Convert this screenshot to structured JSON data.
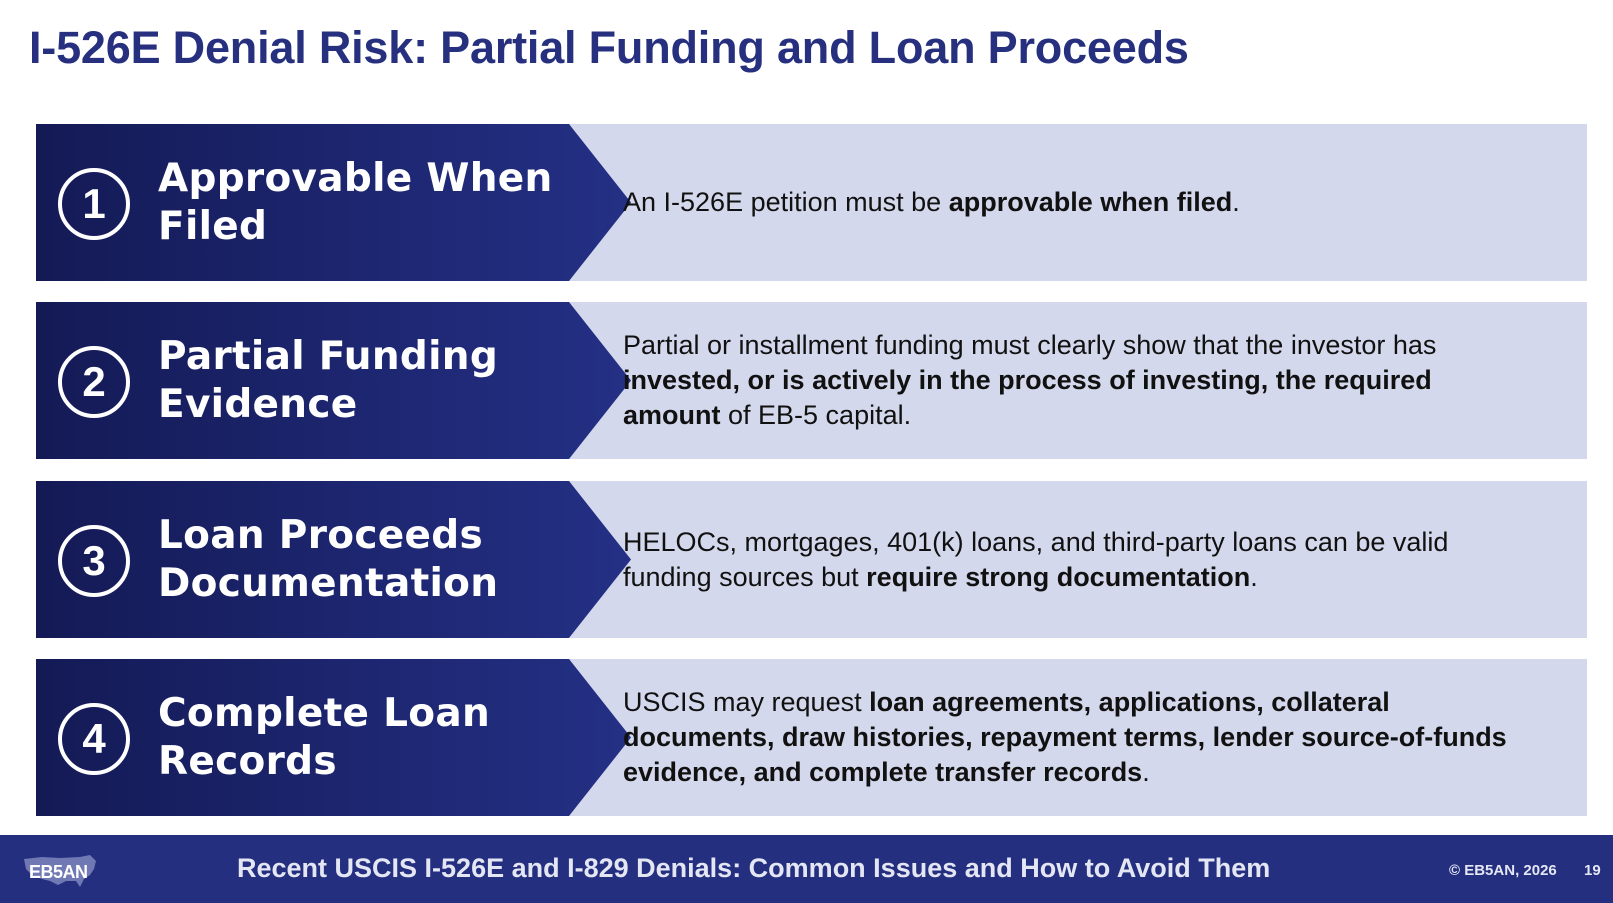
{
  "title": "I-526E Denial Risk: Partial Funding and Loan Proceeds",
  "rows": [
    {
      "number": "1",
      "heading_line1": "Approvable When",
      "heading_line2": "Filed",
      "text": [
        {
          "t": "An I-526E petition must be "
        },
        {
          "t": "approvable when filed",
          "b": true
        },
        {
          "t": "."
        }
      ]
    },
    {
      "number": "2",
      "heading_line1": "Partial Funding",
      "heading_line2": "Evidence",
      "text": [
        {
          "t": "Partial or installment funding must clearly show that the investor has "
        },
        {
          "t": "invested, or is actively in the process of investing, the required amount",
          "b": true
        },
        {
          "t": " of EB-5 capital."
        }
      ]
    },
    {
      "number": "3",
      "heading_line1": "Loan Proceeds",
      "heading_line2": "Documentation",
      "text": [
        {
          "t": "HELOCs, mortgages, 401(k) loans, and third-party loans can be valid funding sources but "
        },
        {
          "t": "require strong documentation",
          "b": true
        },
        {
          "t": "."
        }
      ]
    },
    {
      "number": "4",
      "heading_line1": "Complete Loan",
      "heading_line2": "Records",
      "text": [
        {
          "t": "USCIS may request "
        },
        {
          "t": "loan agreements, applications, collateral documents, draw histories, repayment terms, lender source-of-funds evidence, and complete transfer records",
          "b": true
        },
        {
          "t": "."
        }
      ]
    }
  ],
  "footer": {
    "logo_text": "EB5AN",
    "subtitle": "Recent USCIS I-526E and I-829 Denials: Common Issues and How to Avoid Them",
    "copyright": "© EB5AN, 2026",
    "page_number": "19"
  },
  "colors": {
    "title": "#26307f",
    "row_dark": "#1d2670",
    "row_light": "#d4d8ec",
    "footer": "#242f80"
  }
}
